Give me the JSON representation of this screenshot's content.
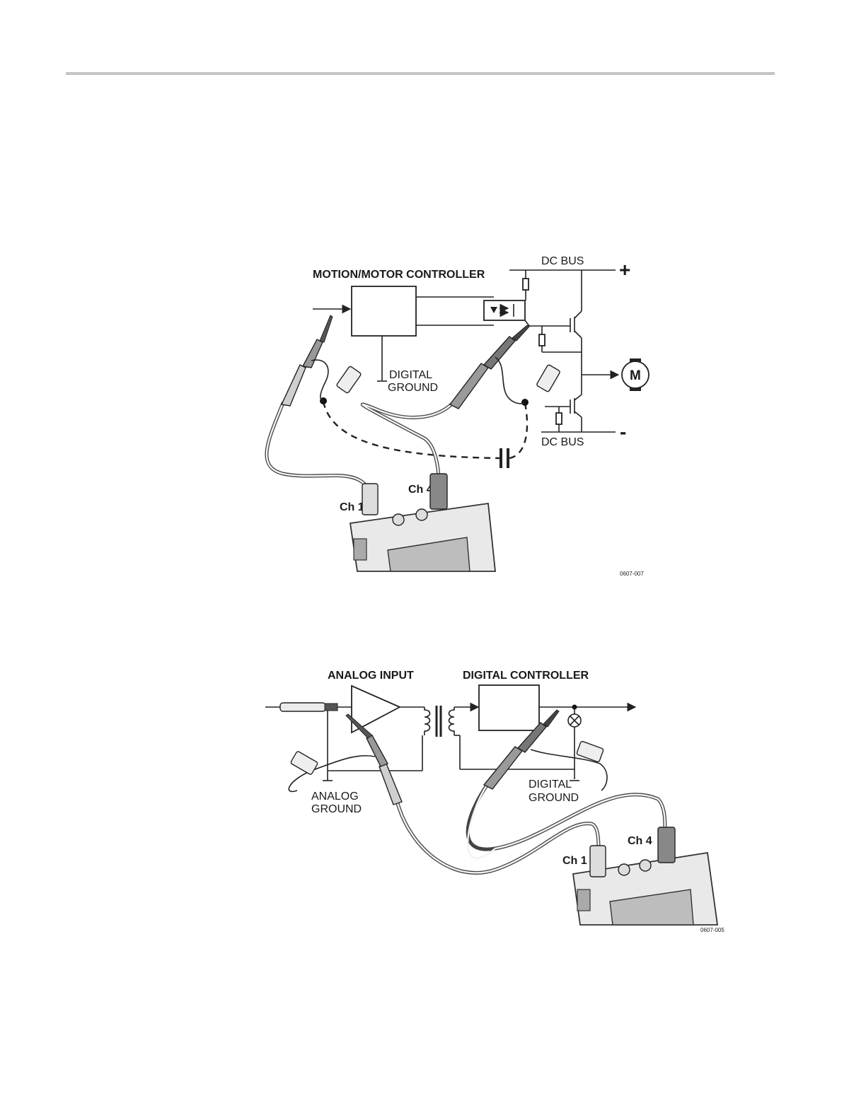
{
  "figure1": {
    "controller_label": "MOTION/MOTOR CONTROLLER",
    "dc_bus_top": "DC BUS",
    "dc_bus_bottom": "DC BUS",
    "plus_sign": "+",
    "minus_sign": "-",
    "ground_label_line1": "DIGITAL",
    "ground_label_line2": "GROUND",
    "motor_label": "M",
    "channel_a": "Ch 1",
    "channel_b": "Ch 4",
    "figure_id": "0607-007"
  },
  "figure2": {
    "input_label": "ANALOG INPUT",
    "controller_label": "DIGITAL CONTROLLER",
    "analog_ground_line1": "ANALOG",
    "analog_ground_line2": "GROUND",
    "digital_ground_line1": "DIGITAL",
    "digital_ground_line2": "GROUND",
    "channel_a": "Ch 1",
    "channel_b": "Ch 4",
    "figure_id": "0607-005"
  }
}
